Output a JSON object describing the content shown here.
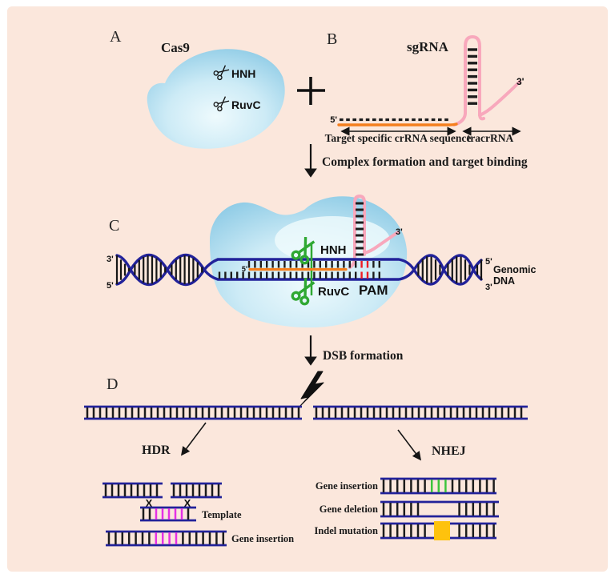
{
  "figure": {
    "description": "CRISPR-Cas9 genome editing mechanism diagram"
  },
  "colors": {
    "background_peach": "#fbe7dc",
    "white": "#ffffff",
    "dna_navy": "#22229a",
    "rung_black": "#1c1c1c",
    "cas9_blue_edge": "#84c6e3",
    "cas9_blue_center": "#eefafd",
    "crrna_orange": "#f57f1d",
    "tracrrna_pink": "#f8a8bc",
    "scissors_green": "#2fa832",
    "pam_red": "#ee1c23",
    "template_magenta": "#e531e5",
    "insertion_green": "#3dc43d",
    "indel_yellow": "#fec20d",
    "text_black": "#1a1a1a"
  },
  "panel_a": {
    "label": "A",
    "title": "Cas9",
    "domains": [
      {
        "icon": "scissors-icon",
        "name": "HNH"
      },
      {
        "icon": "scissors-icon",
        "name": "RuvC"
      }
    ]
  },
  "plus_sign": "+",
  "panel_b": {
    "label": "B",
    "title": "sgRNA",
    "five_prime": "5'",
    "three_prime": "3'",
    "crrna_label": "Target specific crRNA sequence",
    "tracrrna_label": "tracrRNA"
  },
  "step1_label": "Complex formation and target binding",
  "panel_c": {
    "label": "C",
    "hnh": "HNH",
    "ruvc": "RuvC",
    "pam": "PAM",
    "inner_five_prime": "5'",
    "sgrna_three_prime": "3'",
    "left_top_prime": "3'",
    "left_bottom_prime": "5'",
    "right_top_prime": "5'",
    "right_bottom_prime": "3'",
    "genomic_line1": "Genomic",
    "genomic_line2": "DNA"
  },
  "step2_label": "DSB formation",
  "panel_d": {
    "label": "D",
    "lightning_icon": "lightning-bolt-icon",
    "hdr_label": "HDR",
    "nhej_label": "NHEJ",
    "x_mark": "X",
    "template_label": "Template",
    "hdr_result_label": "Gene insertion",
    "nhej_rows": [
      {
        "label": "Gene insertion",
        "feature": "green-inserted-bases"
      },
      {
        "label": "Gene deletion",
        "feature": "missing-bases-gap"
      },
      {
        "label": "Indel mutation",
        "feature": "yellow-indel-block"
      }
    ]
  }
}
